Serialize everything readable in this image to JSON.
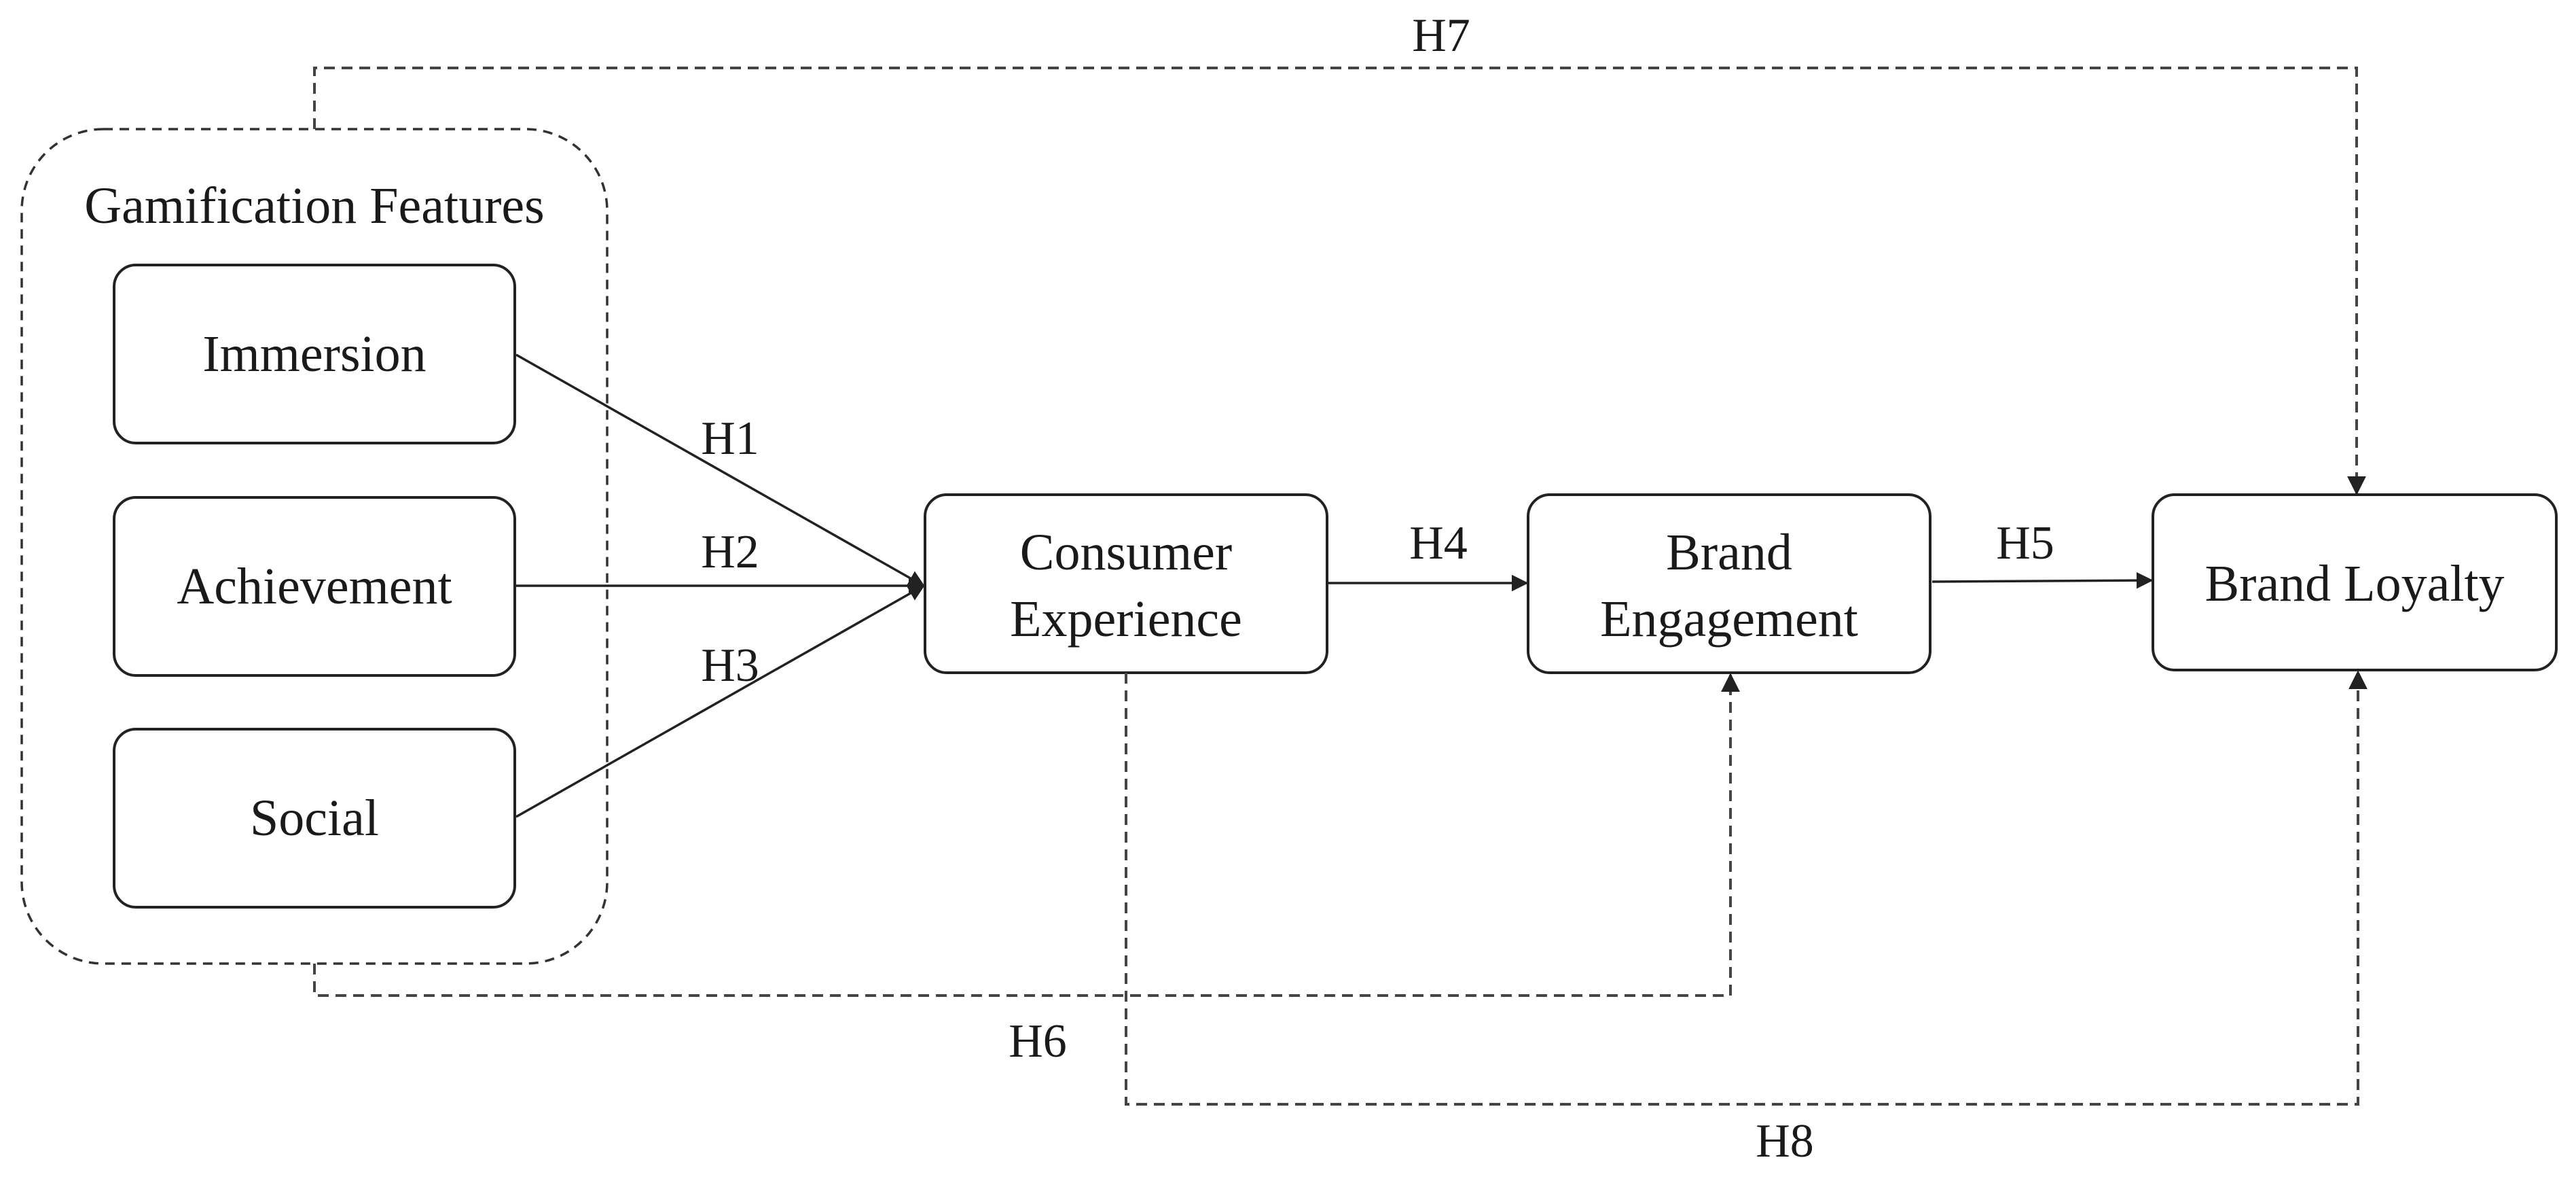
{
  "group": {
    "label": "Gamification Features"
  },
  "nodes": {
    "immersion": "Immersion",
    "achievement": "Achievement",
    "social": "Social",
    "consumer_experience": [
      "Consumer",
      "Experience"
    ],
    "brand_engagement": [
      "Brand",
      "Engagement"
    ],
    "brand_loyalty": "Brand Loyalty"
  },
  "hypotheses": {
    "h1": "H1",
    "h2": "H2",
    "h3": "H3",
    "h4": "H4",
    "h5": "H5",
    "h6": "H6",
    "h7": "H7",
    "h8": "H8"
  },
  "colors": {
    "stroke": "#222222",
    "dashed": "#444444",
    "background": "#ffffff"
  }
}
